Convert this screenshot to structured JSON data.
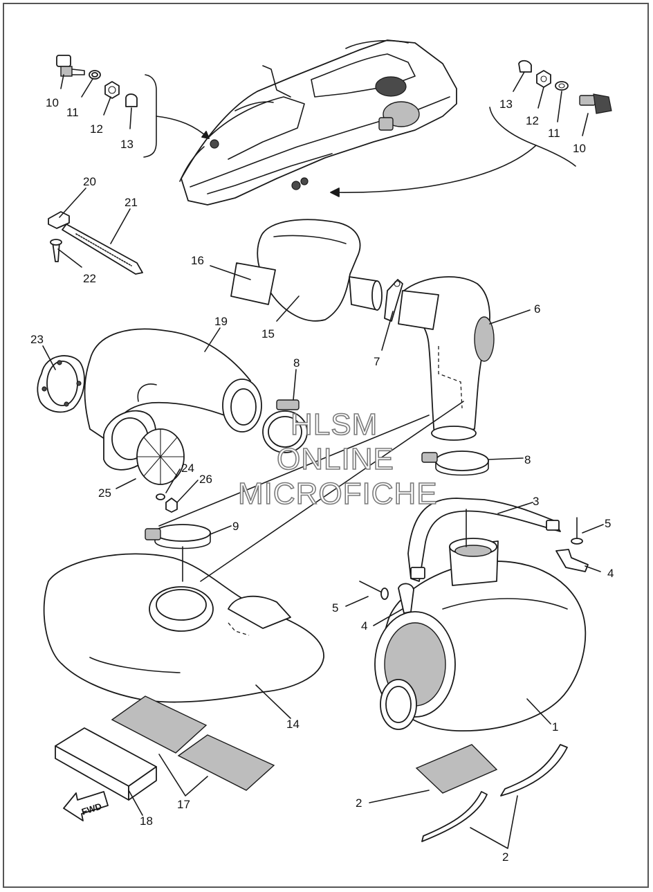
{
  "watermark": {
    "line1": "HLSM",
    "line2": "ONLINE",
    "line3": "MICROFICHE"
  },
  "direction_label": "FWD",
  "callouts": [
    {
      "id": "c-10a",
      "label": "10"
    },
    {
      "id": "c-11a",
      "label": "11"
    },
    {
      "id": "c-12a",
      "label": "12"
    },
    {
      "id": "c-13a",
      "label": "13"
    },
    {
      "id": "c-13b",
      "label": "13"
    },
    {
      "id": "c-12b",
      "label": "12"
    },
    {
      "id": "c-11b",
      "label": "11"
    },
    {
      "id": "c-10b",
      "label": "10"
    },
    {
      "id": "c-20",
      "label": "20"
    },
    {
      "id": "c-21",
      "label": "21"
    },
    {
      "id": "c-22",
      "label": "22"
    },
    {
      "id": "c-16",
      "label": "16"
    },
    {
      "id": "c-15",
      "label": "15"
    },
    {
      "id": "c-7",
      "label": "7"
    },
    {
      "id": "c-6",
      "label": "6"
    },
    {
      "id": "c-19",
      "label": "19"
    },
    {
      "id": "c-23",
      "label": "23"
    },
    {
      "id": "c-8a",
      "label": "8"
    },
    {
      "id": "c-8b",
      "label": "8"
    },
    {
      "id": "c-24",
      "label": "24"
    },
    {
      "id": "c-26",
      "label": "26"
    },
    {
      "id": "c-25",
      "label": "25"
    },
    {
      "id": "c-9",
      "label": "9"
    },
    {
      "id": "c-3",
      "label": "3"
    },
    {
      "id": "c-5a",
      "label": "5"
    },
    {
      "id": "c-4a",
      "label": "4"
    },
    {
      "id": "c-5b",
      "label": "5"
    },
    {
      "id": "c-4b",
      "label": "4"
    },
    {
      "id": "c-14",
      "label": "14"
    },
    {
      "id": "c-1",
      "label": "1"
    },
    {
      "id": "c-17",
      "label": "17"
    },
    {
      "id": "c-18",
      "label": "18"
    },
    {
      "id": "c-2a",
      "label": "2"
    },
    {
      "id": "c-2b",
      "label": "2"
    }
  ]
}
